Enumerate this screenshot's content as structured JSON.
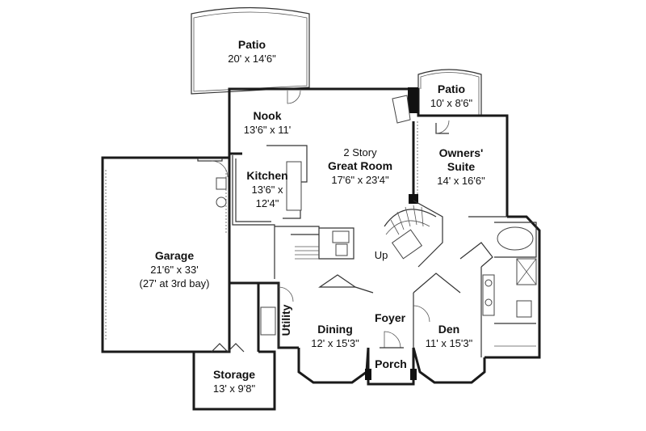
{
  "rooms": {
    "patio_top": {
      "name": "Patio",
      "dims": "20' x 14'6\""
    },
    "nook": {
      "name": "Nook",
      "dims": "13'6\" x 11'"
    },
    "great_room": {
      "line1": "2 Story",
      "line2": "Great Room",
      "dims": "17'6\" x 23'4\""
    },
    "patio_right": {
      "name": "Patio",
      "dims": "10' x 8'6\""
    },
    "owners_suite": {
      "line1": "Owners'",
      "line2": "Suite",
      "dims": "14' x 16'6\""
    },
    "kitchen": {
      "name": "Kitchen",
      "dims1": "13'6\" x",
      "dims2": "12'4\""
    },
    "garage": {
      "name": "Garage",
      "dims": "21'6\" x 33'",
      "note": "(27' at 3rd bay)"
    },
    "utility": {
      "name": "Utility"
    },
    "dining": {
      "name": "Dining",
      "dims": "12' x 15'3\""
    },
    "foyer": {
      "name": "Foyer"
    },
    "porch": {
      "name": "Porch"
    },
    "den": {
      "name": "Den",
      "dims": "11' x 15'3\""
    },
    "storage": {
      "name": "Storage",
      "dims": "13' x 9'8\""
    },
    "stair": {
      "label": "Up"
    }
  },
  "colors": {
    "wall": "#1a1a1a",
    "background": "#ffffff"
  }
}
